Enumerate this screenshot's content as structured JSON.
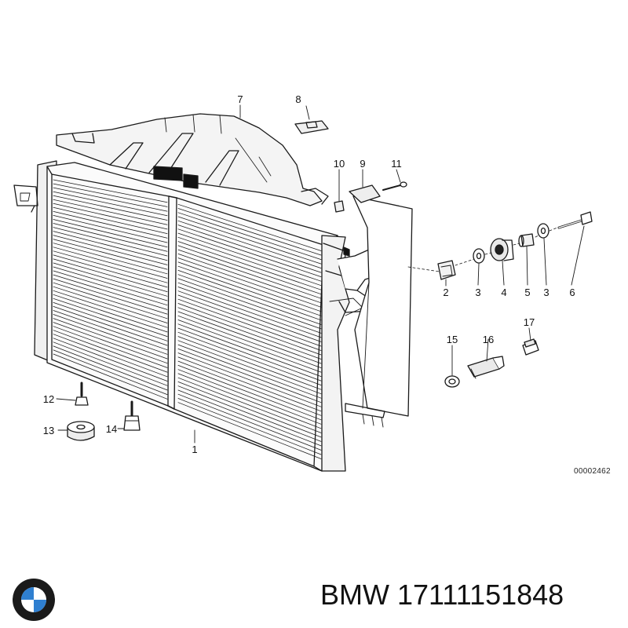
{
  "diagram": {
    "callouts": [
      {
        "id": "c1",
        "label": "1"
      },
      {
        "id": "c2",
        "label": "2"
      },
      {
        "id": "c3a",
        "label": "3"
      },
      {
        "id": "c3b",
        "label": "3"
      },
      {
        "id": "c4",
        "label": "4"
      },
      {
        "id": "c5",
        "label": "5"
      },
      {
        "id": "c6",
        "label": "6"
      },
      {
        "id": "c7",
        "label": "7"
      },
      {
        "id": "c8",
        "label": "8"
      },
      {
        "id": "c9",
        "label": "9"
      },
      {
        "id": "c10",
        "label": "10"
      },
      {
        "id": "c11",
        "label": "11"
      },
      {
        "id": "c12",
        "label": "12"
      },
      {
        "id": "c13",
        "label": "13"
      },
      {
        "id": "c14",
        "label": "14"
      },
      {
        "id": "c15",
        "label": "15"
      },
      {
        "id": "c16",
        "label": "16"
      },
      {
        "id": "c17",
        "label": "17"
      }
    ],
    "drawing_code": "00002462"
  },
  "brand": {
    "logo_text": "BMW",
    "caption": "BMW 17111151848",
    "logo_colors": {
      "ring": "#1a1a1a",
      "blue": "#2f7fd0",
      "white": "#ffffff"
    }
  }
}
